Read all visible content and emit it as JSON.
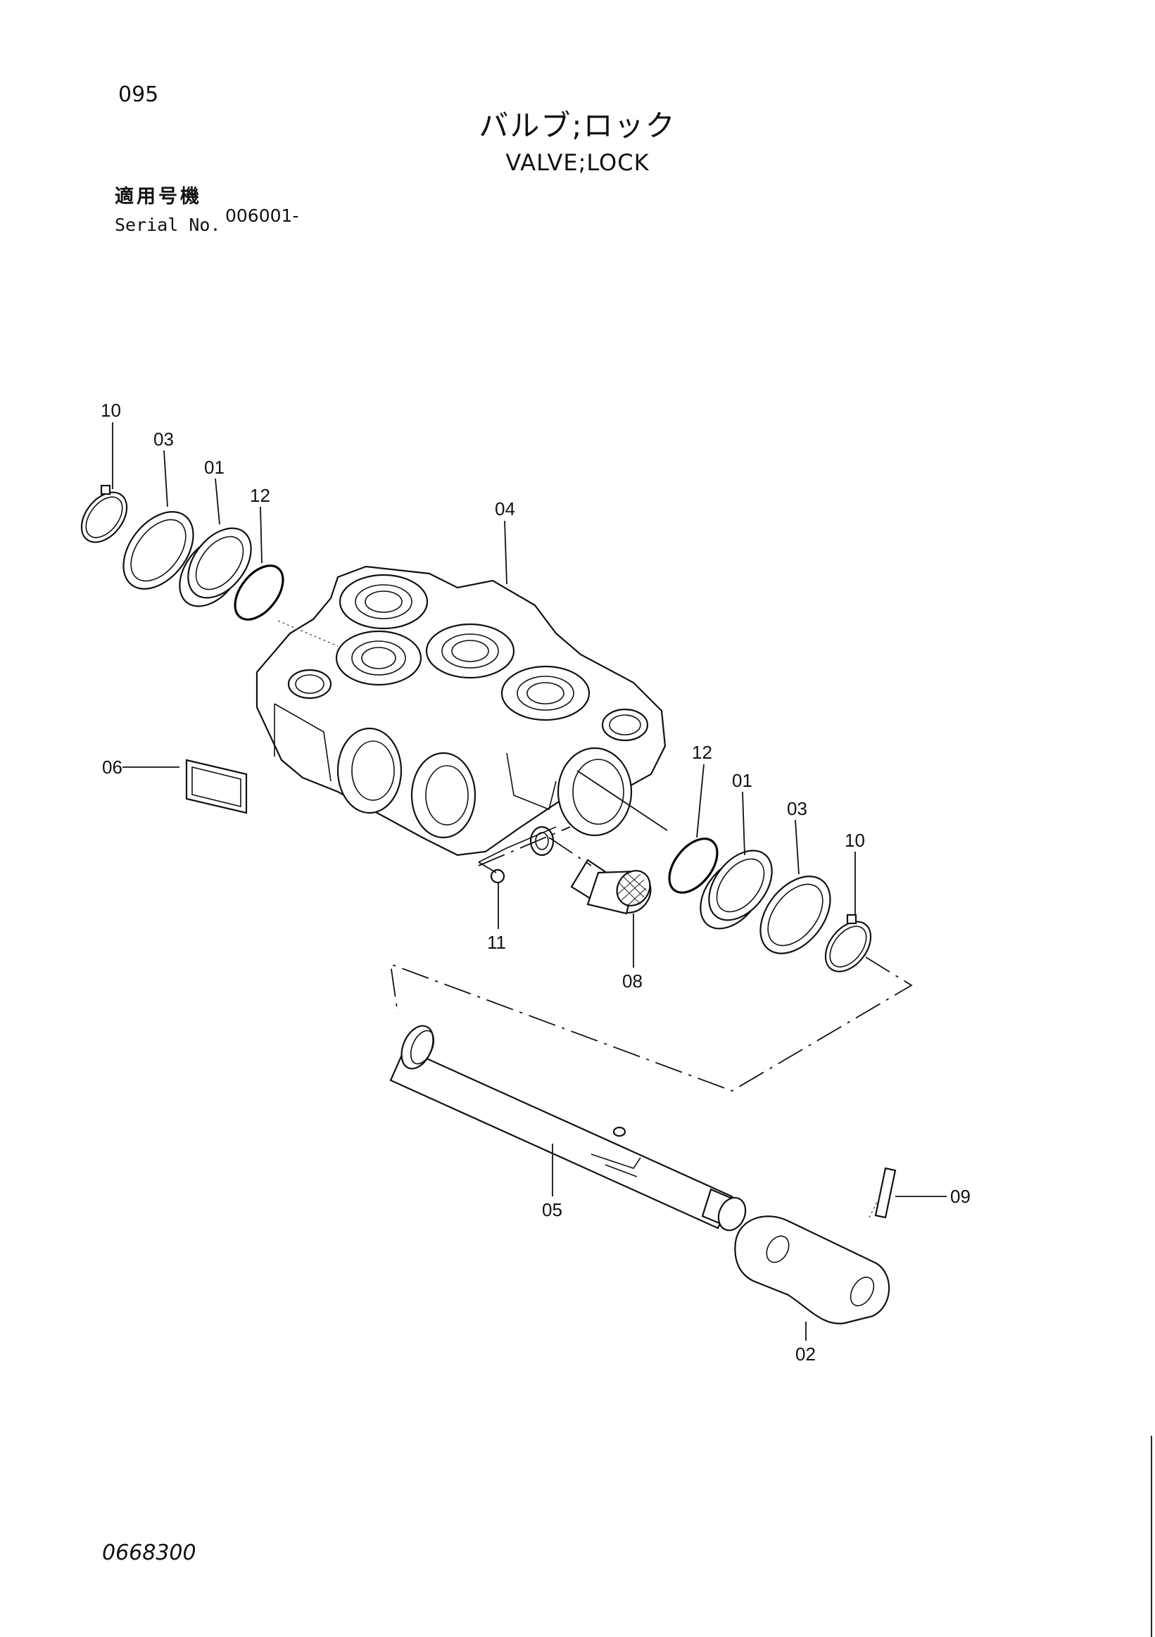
{
  "header": {
    "page_number": "095",
    "title_jp": "バルブ;ロック",
    "title_en": "VALVE;LOCK",
    "serial_label_jp": "適用号機",
    "serial_label_en": "Serial No.",
    "serial_value": "006001-"
  },
  "footer": {
    "document_number": "0668300"
  },
  "callouts": {
    "c10a": "10",
    "c03a": "03",
    "c01a": "01",
    "c12a": "12",
    "c04": "04",
    "c06": "06",
    "c12b": "12",
    "c01b": "01",
    "c03b": "03",
    "c10b": "10",
    "c11": "11",
    "c08": "08",
    "c05": "05",
    "c09": "09",
    "c02": "02"
  }
}
